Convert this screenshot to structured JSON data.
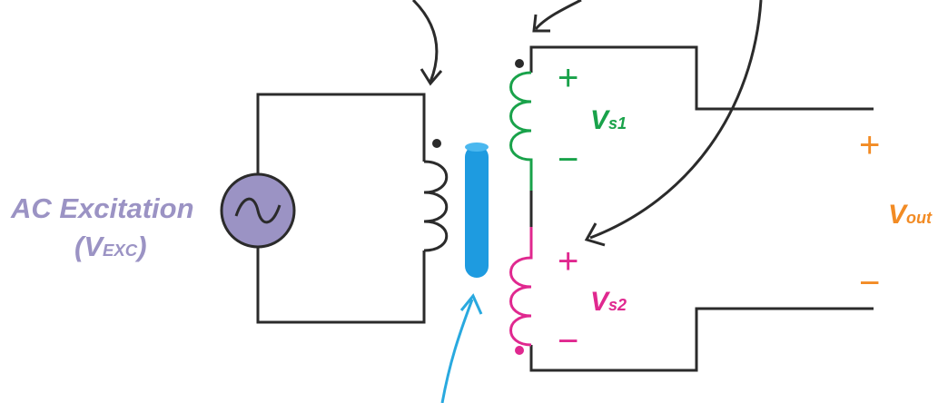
{
  "labels": {
    "ac_excitation_line1": "AC Excitation",
    "ac_excitation_v": "(V",
    "ac_excitation_sub": "EXC",
    "ac_excitation_close": ")",
    "vs1_main": "V",
    "vs1_sub": "s1",
    "vs2_main": "V",
    "vs2_sub": "s2",
    "vout_main": "V",
    "vout_sub": "out",
    "plus": "+",
    "minus": "−"
  },
  "colors": {
    "wire": "#2b2b2b",
    "excitation": "#9b93c4",
    "source_fill": "#9b93c4",
    "core": "#1e9be0",
    "secondary1": "#19a24a",
    "secondary2": "#e0288f",
    "output": "#f28b24",
    "arrow_core": "#29a9df"
  },
  "icons": {
    "source": "ac-sine-source-icon",
    "dot_marker": "polarity-dot-icon"
  }
}
